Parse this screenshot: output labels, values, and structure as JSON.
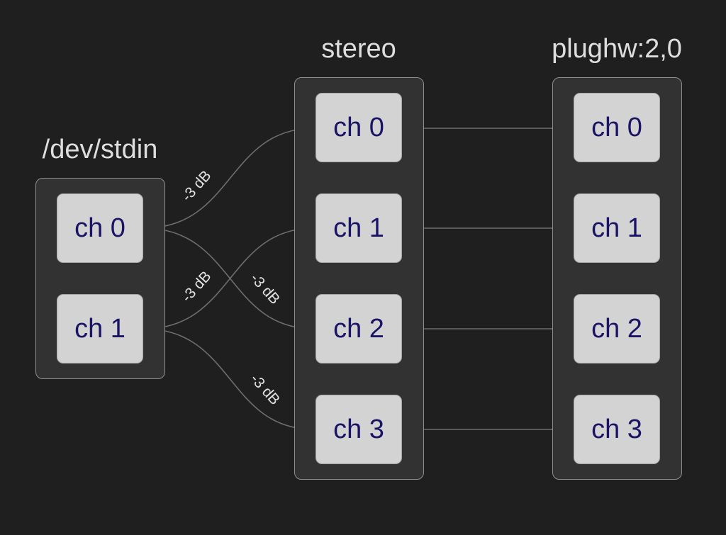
{
  "groups": {
    "stdin": {
      "title": "/dev/stdin",
      "channels": [
        "ch 0",
        "ch 1"
      ]
    },
    "stereo": {
      "title": "stereo",
      "channels": [
        "ch 0",
        "ch 1",
        "ch 2",
        "ch 3"
      ]
    },
    "plughw": {
      "title": "plughw:2,0",
      "channels": [
        "ch 0",
        "ch 1",
        "ch 2",
        "ch 3"
      ]
    }
  },
  "edges": {
    "stdin_ch0_to_stereo_ch0": "-3 dB",
    "stdin_ch1_to_stereo_ch1": "-3 dB",
    "stdin_ch0_to_stereo_ch2": "-3 dB",
    "stdin_ch1_to_stereo_ch3": "-3 dB"
  },
  "colors": {
    "background": "#1f1f1f",
    "group_fill": "#323232",
    "node_fill": "#d3d3d3",
    "node_text": "#1a1464",
    "edge": "#6e6e6e",
    "title_text": "#dedede"
  }
}
